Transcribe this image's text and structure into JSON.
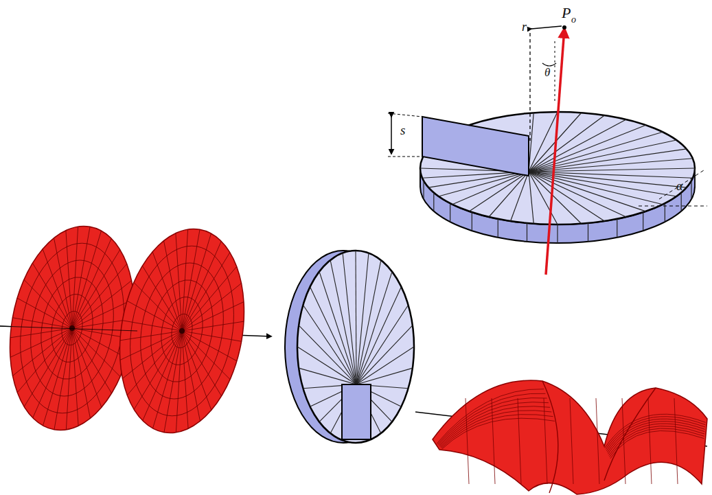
{
  "diagram": {
    "labels": [
      "s",
      "P",
      "o",
      "r",
      "θ",
      "α"
    ]
  }
}
